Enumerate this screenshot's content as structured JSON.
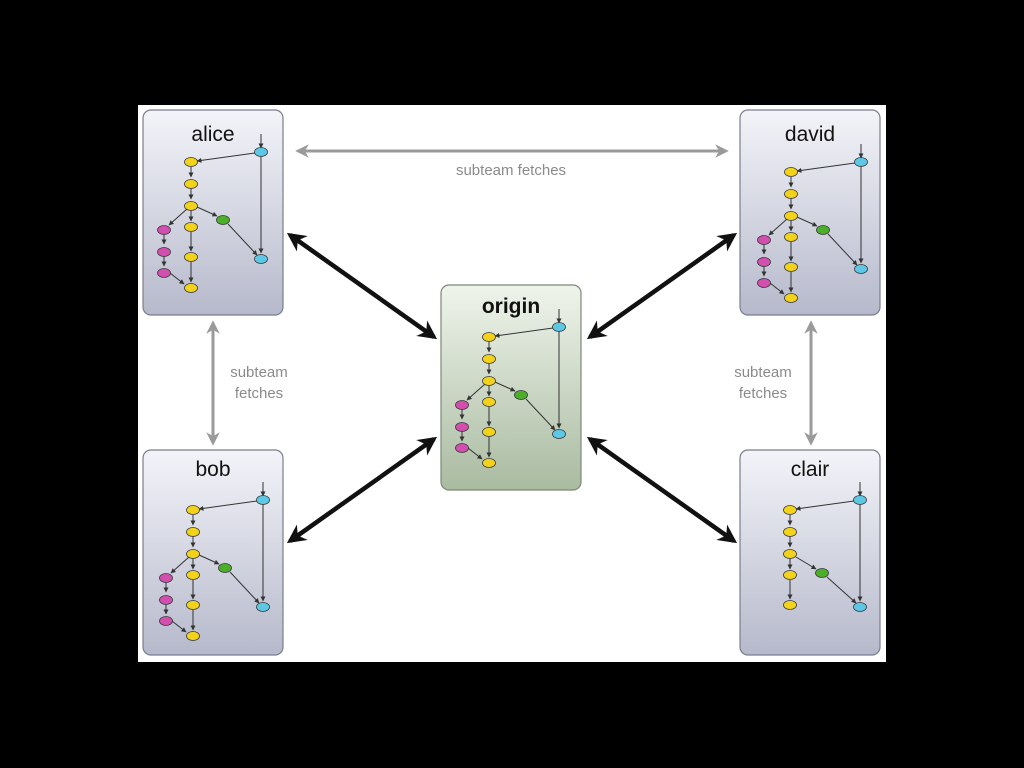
{
  "repos": {
    "alice": {
      "label": "alice",
      "graph": "full"
    },
    "david": {
      "label": "david",
      "graph": "full"
    },
    "origin": {
      "label": "origin",
      "graph": "full"
    },
    "bob": {
      "label": "bob",
      "graph": "full"
    },
    "clair": {
      "label": "clair",
      "graph": "partial"
    }
  },
  "fetch_labels": {
    "top": "subteam fetches",
    "left_line1": "subteam",
    "left_line2": "fetches",
    "right_line1": "subteam",
    "right_line2": "fetches"
  },
  "colors": {
    "background": "#000000",
    "canvas": "#ffffff",
    "repo_fill_top": "#f0f1f7",
    "repo_fill_bottom": "#b9bccd",
    "origin_fill_top": "#eef3ea",
    "origin_fill_bottom": "#aabca3",
    "repo_border": "#7a7d8c",
    "fetch_arrow": "#9a9a9a",
    "push_arrow": "#111111",
    "label_gray": "#8a8a8a",
    "commit_yellow": "#f2d21b",
    "commit_magenta": "#d24fb0",
    "commit_green": "#4caf2a",
    "commit_cyan": "#5cc8e6"
  }
}
